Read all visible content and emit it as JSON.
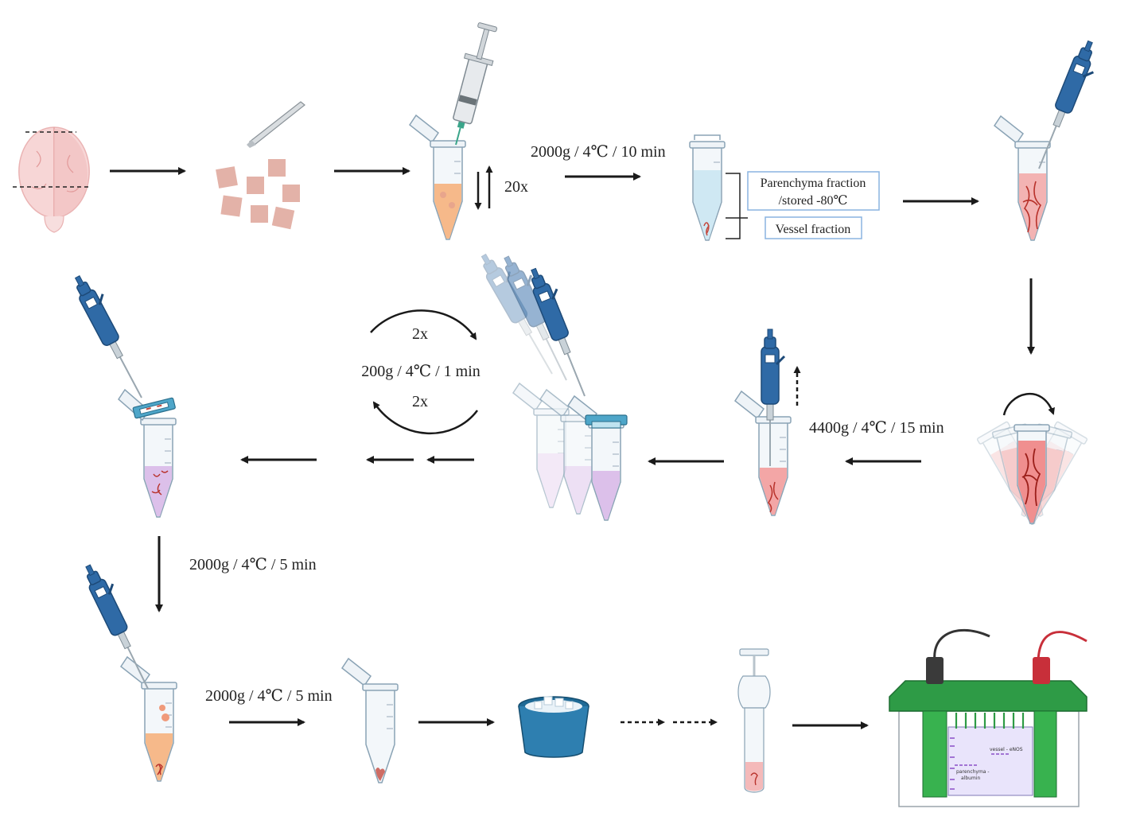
{
  "steps": {
    "homogenize_reps": "20x",
    "spin1": "2000g / 4℃ / 10 min",
    "parenchyma_line1": "Parenchyma fraction",
    "parenchyma_line2": "/stored -80℃",
    "vessel_fraction": "Vessel fraction",
    "spin2": "4400g / 4℃ / 15 min",
    "rinse_top": "2x",
    "rinse_spin": "200g / 4℃ / 1 min",
    "rinse_bottom": "2x",
    "spin3": "2000g / 4℃ / 5 min",
    "spin4": "2000g / 4℃ / 5 min"
  },
  "gel": {
    "vessel_band": "vessel - eNOS",
    "parenchyma_band_line1": "parenchyma -",
    "parenchyma_band_line2": "albumin"
  },
  "colors": {
    "arrow": "#1a1a1a",
    "pipette": "#2f6aa6",
    "tube_orange": "#f6b98a",
    "tube_blue": "#cfe8f3",
    "tube_red": "#f3a6a6",
    "tube_purple": "#dcc0ea",
    "gel_green": "#2e9b46",
    "box_border": "#8ab4e0"
  }
}
